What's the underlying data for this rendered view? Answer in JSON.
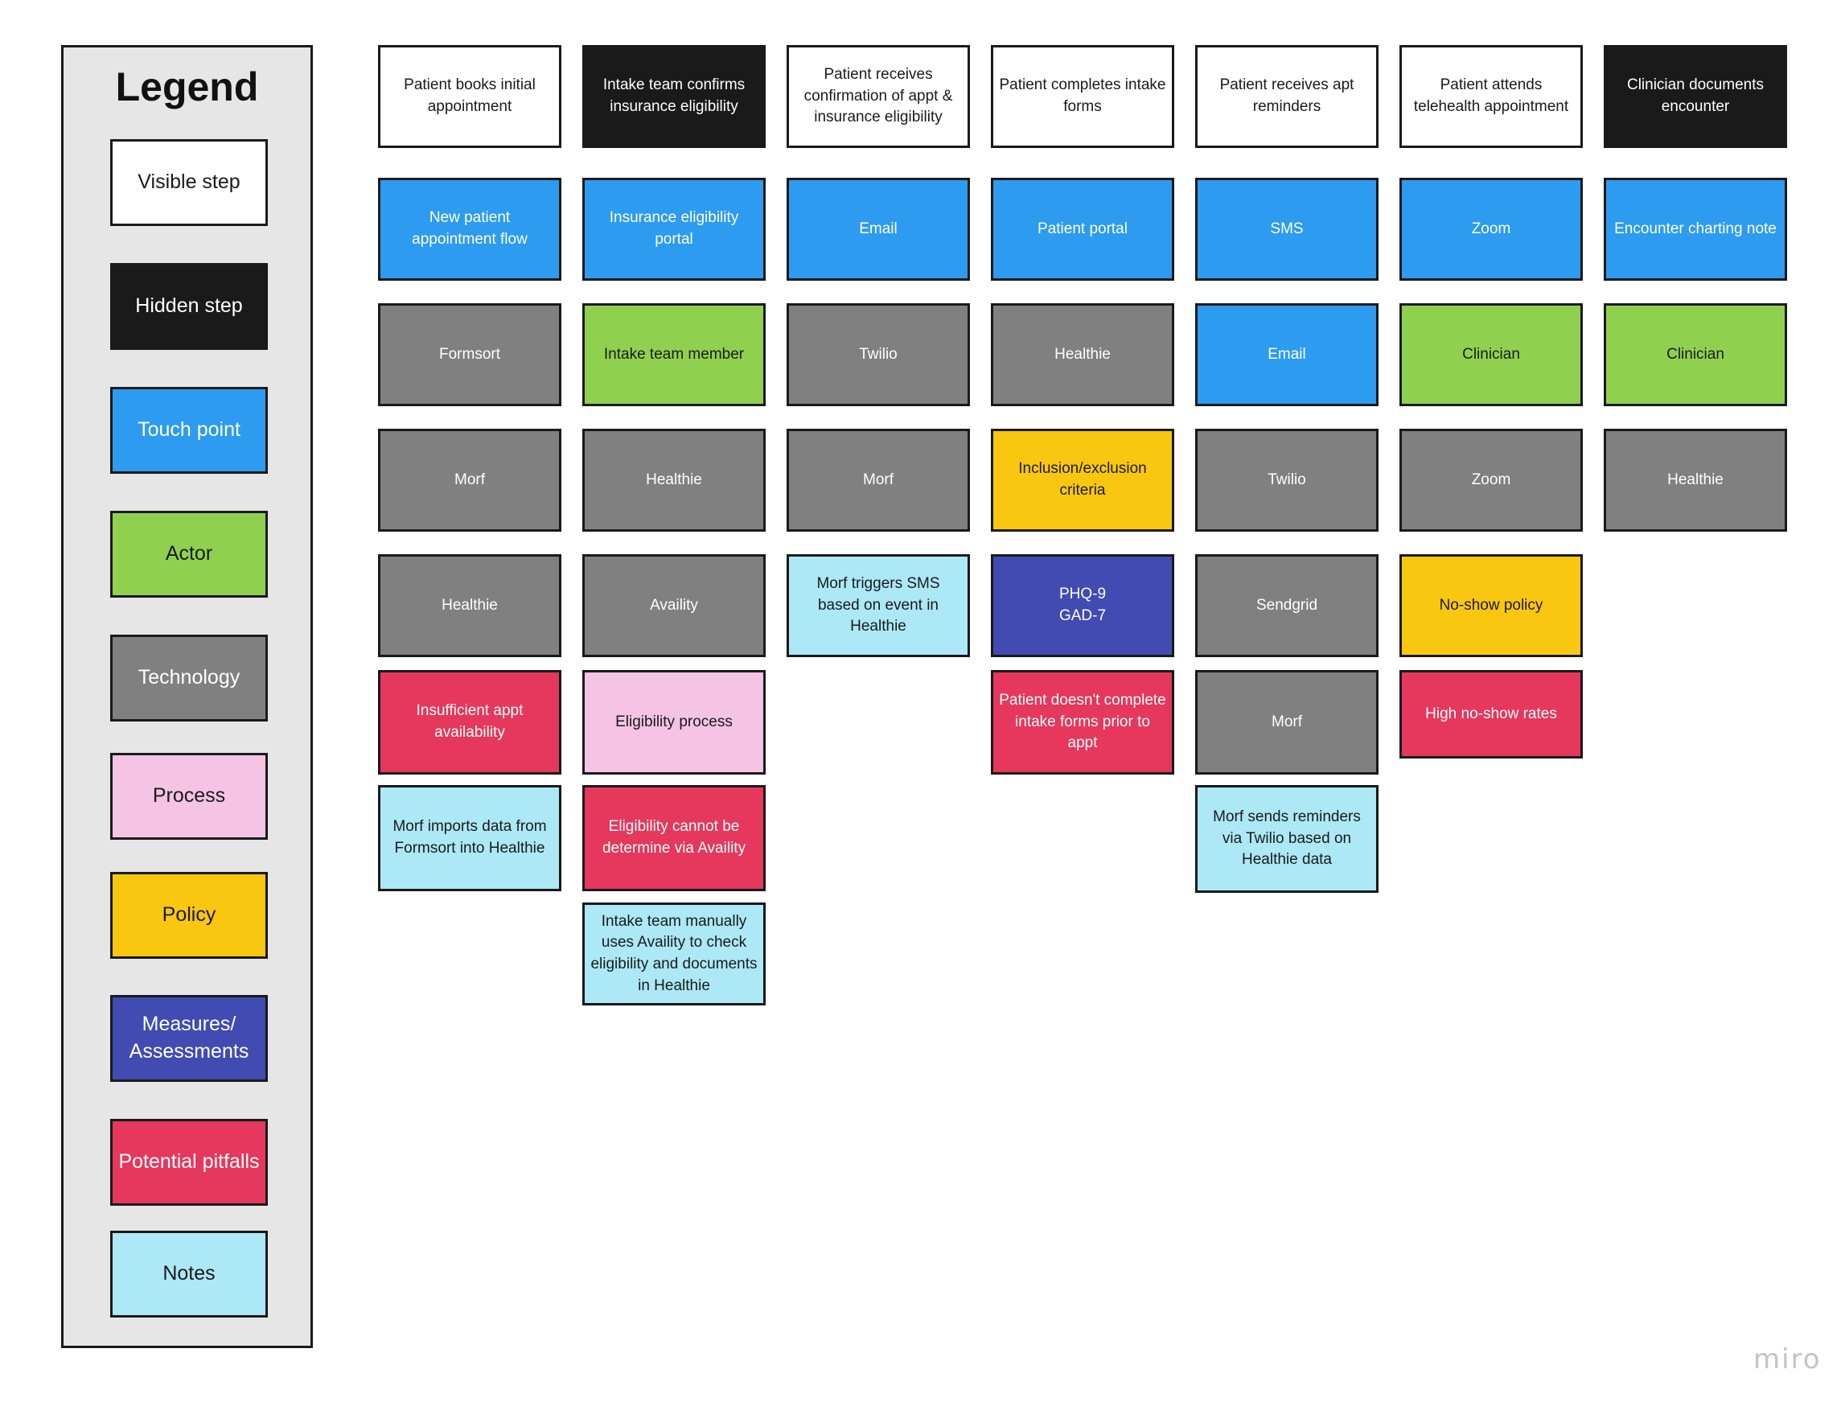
{
  "legend": {
    "title": "Legend",
    "items": [
      {
        "label": "Visible step",
        "kind": "visible"
      },
      {
        "label": "Hidden step",
        "kind": "hidden"
      },
      {
        "label": "Touch point",
        "kind": "touch"
      },
      {
        "label": "Actor",
        "kind": "actor"
      },
      {
        "label": "Technology",
        "kind": "tech"
      },
      {
        "label": "Process",
        "kind": "process"
      },
      {
        "label": "Policy",
        "kind": "policy"
      },
      {
        "label": "Measures/ Assessments",
        "kind": "measure"
      },
      {
        "label": "Potential pitfalls",
        "kind": "pitfall"
      },
      {
        "label": "Notes",
        "kind": "notes"
      }
    ]
  },
  "colors": {
    "visible": "#ffffff",
    "hidden": "#1a1a1a",
    "touch": "#2d9bf0",
    "actor": "#8fd14f",
    "tech": "#808080",
    "process": "#f5c3e4",
    "policy": "#fac710",
    "measure": "#414bb2",
    "pitfall": "#e6375c",
    "notes": "#ace8f6"
  },
  "columns": [
    {
      "step": "Patient books initial appointment",
      "touch": "New patient appointment flow",
      "tech1": "Formsort",
      "tech2": "Morf",
      "tech3": "Healthie",
      "pitfall": "Insufficient appt availability",
      "note": "Morf imports data from Formsort into Healthie"
    },
    {
      "step": "Intake team confirms insurance eligibility",
      "touch": "Insurance eligibility portal",
      "actor": "Intake team member",
      "tech1": "Healthie",
      "tech2": "Availity",
      "process": "Eligibility process",
      "pitfall": "Eligibility cannot be determine via Availity",
      "note": "Intake team manually uses Availity to check eligibility and documents in Healthie"
    },
    {
      "step": "Patient receives confirmation of appt & insurance eligibility",
      "touch": "Email",
      "tech1": "Twilio",
      "tech2": "Morf",
      "note": "Morf triggers SMS based on event in Healthie"
    },
    {
      "step": "Patient completes intake forms",
      "touch": "Patient portal",
      "tech1": "Healthie",
      "policy": "Inclusion/exclusion criteria",
      "measure_line1": "PHQ-9",
      "measure_line2": "GAD-7",
      "pitfall": "Patient doesn't complete intake forms prior to appt"
    },
    {
      "step": "Patient receives  apt reminders",
      "touch": "SMS",
      "touch2": "Email",
      "tech1": "Twilio",
      "tech2": "Sendgrid",
      "tech3": "Morf",
      "note": "Morf sends reminders via Twilio based on Healthie data"
    },
    {
      "step": "Patient attends telehealth appointment",
      "touch": "Zoom",
      "actor": "Clinician",
      "tech1": "Zoom",
      "policy": "No-show policy",
      "pitfall": "High no-show rates"
    },
    {
      "step": "Clinician documents encounter",
      "touch": "Encounter charting note",
      "actor": "Clinician",
      "tech1": "Healthie"
    }
  ],
  "watermark": "miro"
}
